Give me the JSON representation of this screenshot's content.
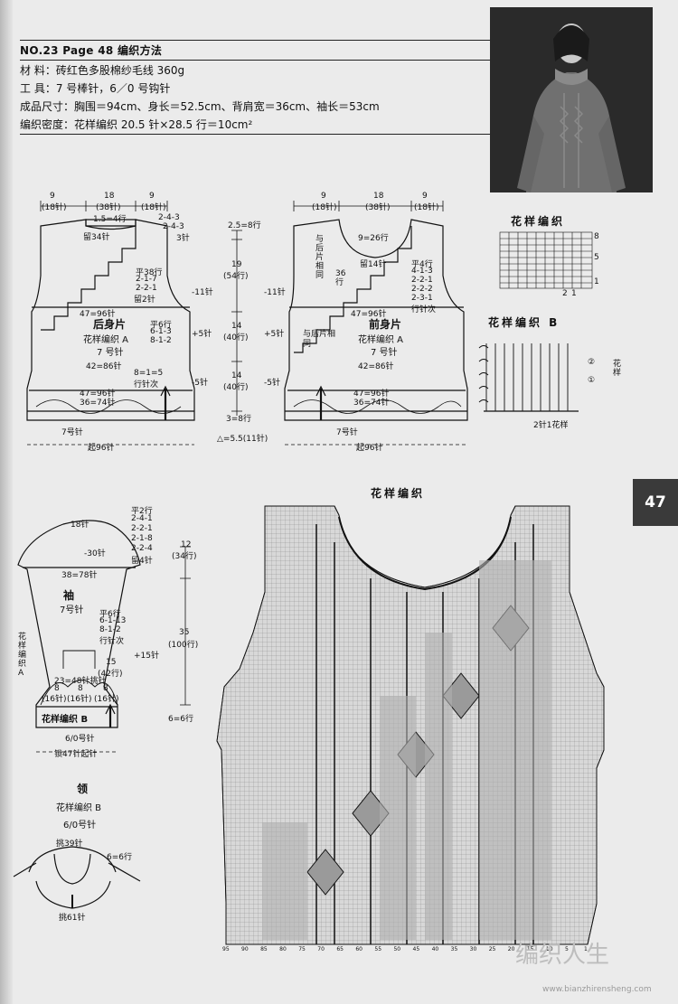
{
  "header": {
    "line1": "NO.23  Page 48    编织方法",
    "material": "材    料：砖红色多股棉纱毛线 360g",
    "tools": "工    具：7 号棒针，6／0 号钩针",
    "size": "成品尺寸：胸围＝94cm、身长＝52.5cm、背肩宽＝36cm、袖长＝53cm",
    "gauge": "编织密度：花样编织 20.5 针×28.5 行＝10cm²"
  },
  "page_number": "47",
  "back": {
    "title": "后身片",
    "pattern": "花样编织 A",
    "needle": "7 号针",
    "top": [
      "9",
      "(18针)",
      "18",
      "(38针)",
      "9",
      "(18针)"
    ],
    "neck_bind": "1.5=4行",
    "shoulder": [
      "2-4-3",
      "2-4-3",
      "3针"
    ],
    "neck_center": "留34针",
    "neck_dec": [
      "平38行",
      "2-1-7",
      "2-2-1",
      "留2针"
    ],
    "armhole": [
      "平6行",
      "6-1-3",
      "8-1-2"
    ],
    "mid": [
      "47=96针",
      "42=86针",
      "47=96针",
      "36=74针"
    ],
    "side": [
      "8=1=5",
      "行针次"
    ],
    "cast": "起96针",
    "needle2": "7号针",
    "dec_left": "-11针",
    "inc_right": "+5针",
    "dec_right": "-5针"
  },
  "measure": [
    "2.5=8行",
    "19",
    "(54行)",
    "14",
    "(40行)",
    "14",
    "(40行)",
    "3=8行",
    "△=5.5(11针)"
  ],
  "front": {
    "title": "前身片",
    "pattern": "花样编织 A",
    "needle": "7 号针",
    "top": [
      "9",
      "(18针)",
      "18",
      "(38针)",
      "9",
      "(18针)"
    ],
    "neck_rows": "9=26行",
    "neck_keep": "留14针",
    "neck_dec": [
      "平4行",
      "4-1-3",
      "2-2-1",
      "2-2-2",
      "2-3-1",
      "行针次"
    ],
    "with_back": "与后片相同",
    "with_back2": "与后片相同",
    "side_depth": "36行",
    "mid": [
      "47=96针",
      "42=86针",
      "47=96针",
      "36=74针"
    ],
    "cast": "起96针",
    "needle2": "7号针",
    "dec_left": "-11针",
    "inc_left": "+5针",
    "dec_left2": "-5针"
  },
  "pattern_small": {
    "title": "花样编织",
    "nums": [
      "8",
      "5",
      "1",
      "2",
      "1"
    ]
  },
  "pattern_b": {
    "title": "花样编织 B",
    "marks": [
      "②",
      "①"
    ],
    "side": "花样",
    "foot": "2针1花样"
  },
  "sleeve": {
    "title": "袖",
    "needle": "7号针",
    "top": "18针",
    "dec": "-30针",
    "width": "38=78针",
    "cap": [
      "平2行",
      "2-4-1",
      "2-2-1",
      "2-1-8",
      "2-2-4",
      "留4针"
    ],
    "cap_h": [
      "12",
      "(34行)"
    ],
    "inc": [
      "平6行",
      "6-1-13",
      "8-1-2",
      "行针次"
    ],
    "inc_total": "+15针",
    "len": [
      "15",
      "(42行)"
    ],
    "len_total": [
      "35",
      "(100行)"
    ],
    "cuff_label": "23=48针挑针",
    "cuff_sub": [
      "8",
      "(16针)",
      "8",
      "(16针)",
      "8",
      "(16针)"
    ],
    "cuff": "花样编织 B",
    "cuff_rows": "6=6行",
    "hook": "6/0号针",
    "cast": "锁47针起针",
    "side_lbl": "花样编织A"
  },
  "collar": {
    "title": "领",
    "pattern": "花样编织 B",
    "hook": "6/0号针",
    "pick1": "挑39针",
    "rows": "6=6行",
    "pick2": "挑61针"
  },
  "chart": {
    "title": "花样编织",
    "bottom_nums": [
      "95",
      "90",
      "85",
      "80",
      "75",
      "70",
      "65",
      "60",
      "55",
      "50",
      "45",
      "40",
      "35",
      "30",
      "25",
      "20",
      "15",
      "10",
      "5",
      "1"
    ]
  },
  "watermark": {
    "text": "编织人生",
    "url": "www.bianzhirensheng.com"
  }
}
